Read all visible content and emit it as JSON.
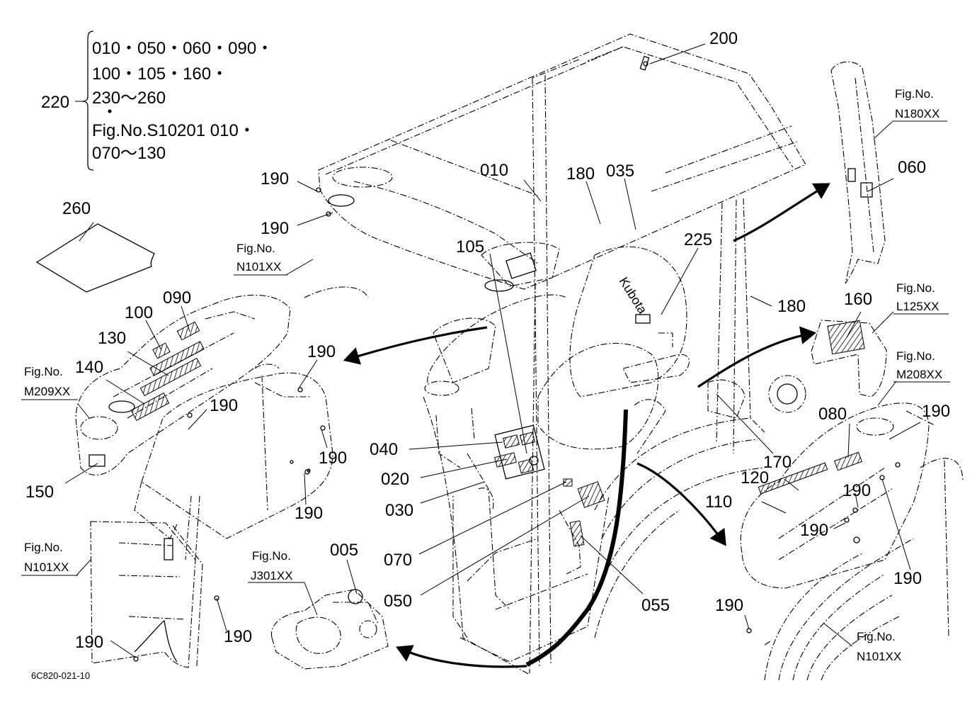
{
  "legend": {
    "lines": [
      "010・050・060・090・",
      "100・105・160・",
      "230～260",
      "・",
      "Fig.No.S10201  010・",
      "070～130"
    ]
  },
  "callouts": {
    "c220": "220",
    "c200": "200",
    "c190a": "190",
    "c190b": "190",
    "c010": "010",
    "c180a": "180",
    "c035": "035",
    "c060": "060",
    "c260": "260",
    "c105": "105",
    "c225": "225",
    "c090": "090",
    "c100": "100",
    "c130": "130",
    "c140": "140",
    "c180b": "180",
    "c160": "160",
    "c190c": "190",
    "c190d": "190",
    "c190e": "190",
    "c190f": "190",
    "c150": "150",
    "c040": "040",
    "c020": "020",
    "c030": "030",
    "c170": "170",
    "c080": "080",
    "c190g": "190",
    "c120": "120",
    "c110": "110",
    "c190h": "190",
    "c190i": "190",
    "c190j": "190",
    "c070": "070",
    "c050": "050",
    "c055": "055",
    "c005": "005",
    "c190k": "190",
    "c190l": "190",
    "c190m": "190"
  },
  "figrefs": {
    "n180": {
      "line1": "Fig.No.",
      "line2": "N180XX"
    },
    "n101a": {
      "line1": "Fig.No.",
      "line2": "N101XX"
    },
    "l125": {
      "line1": "Fig.No.",
      "line2": "L125XX"
    },
    "m208": {
      "line1": "Fig.No.",
      "line2": "M208XX"
    },
    "m209": {
      "line1": "Fig.No.",
      "line2": "M209XX"
    },
    "n101b": {
      "line1": "Fig.No.",
      "line2": "N101XX"
    },
    "j301": {
      "line1": "Fig.No.",
      "line2": "J301XX"
    },
    "n101c": {
      "line1": "Fig.No.",
      "line2": "N101XX"
    }
  },
  "brand": "Kubota",
  "drawing_code": "6C820-021-10"
}
